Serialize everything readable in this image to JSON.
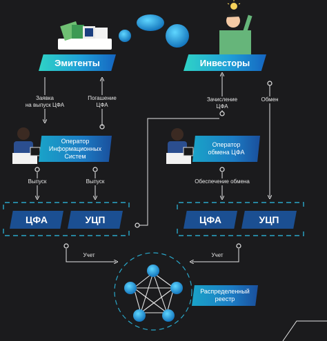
{
  "top": {
    "emitters_label": "Эмитенты",
    "investors_label": "Инвесторы"
  },
  "left_arrows": {
    "application_label": "Заявка\nна выпуск ЦФА",
    "redemption_label": "Погашение\nЦФА"
  },
  "right_arrows": {
    "crediting_label": "Зачисление\nЦФА",
    "exchange_label": "Обмен"
  },
  "operators": {
    "info_systems_label": "Оператор\nИнформационных\nСистем",
    "exchange_operator_label": "Оператор\nобмена ЦФА"
  },
  "issue_arrows": {
    "issue_left_label": "Выпуск",
    "issue_right_label": "Выпуск",
    "exchange_support_label": "Обеспечение обмена"
  },
  "tokens": {
    "left_cfa": "ЦФА",
    "left_ucp": "УЦП",
    "right_cfa": "ЦФА",
    "right_ucp": "УЦП"
  },
  "bottom": {
    "account_left": "Учет",
    "account_right": "Учет",
    "ledger_label": "Распределенный\nреестр"
  },
  "colors": {
    "background": "#1b1b1d",
    "teal": "#2fd3c6",
    "blue": "#1565c0",
    "token_box": "#1b4f92",
    "dashed_line": "#2aa7c9"
  }
}
